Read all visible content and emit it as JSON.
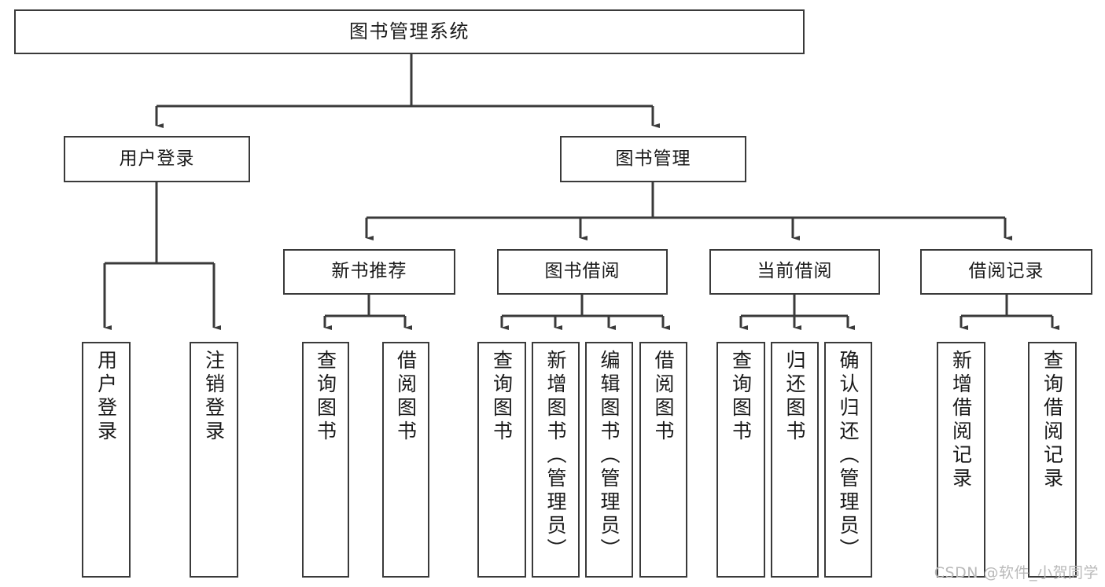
{
  "diagram": {
    "title": "图书管理系统",
    "type": "tree-hierarchy",
    "colors": {
      "stroke": "#3a3a3a",
      "fill": "#ffffff",
      "text": "#1a1a1a",
      "watermark": "#b9b9b9"
    },
    "levels": {
      "root": {
        "label": "图书管理系统"
      },
      "level2": [
        {
          "label": "用户登录"
        },
        {
          "label": "图书管理"
        }
      ],
      "level3": [
        {
          "label": "新书推荐"
        },
        {
          "label": "图书借阅"
        },
        {
          "label": "当前借阅"
        },
        {
          "label": "借阅记录"
        }
      ],
      "leaves_user_login": [
        {
          "label": "用户登录"
        },
        {
          "label": "注销登录"
        }
      ],
      "leaves_new_book": [
        {
          "label": "查询图书"
        },
        {
          "label": "借阅图书"
        }
      ],
      "leaves_borrow": [
        {
          "label": "查询图书"
        },
        {
          "label": "新增图书（管理员）"
        },
        {
          "label": "编辑图书（管理员）"
        },
        {
          "label": "借阅图书"
        }
      ],
      "leaves_current": [
        {
          "label": "查询图书"
        },
        {
          "label": "归还图书"
        },
        {
          "label": "确认归还（管理员）"
        }
      ],
      "leaves_records": [
        {
          "label": "新增借阅记录"
        },
        {
          "label": "查询借阅记录"
        }
      ]
    }
  },
  "watermark": {
    "text": "CSDN @软件_小贺同学"
  }
}
